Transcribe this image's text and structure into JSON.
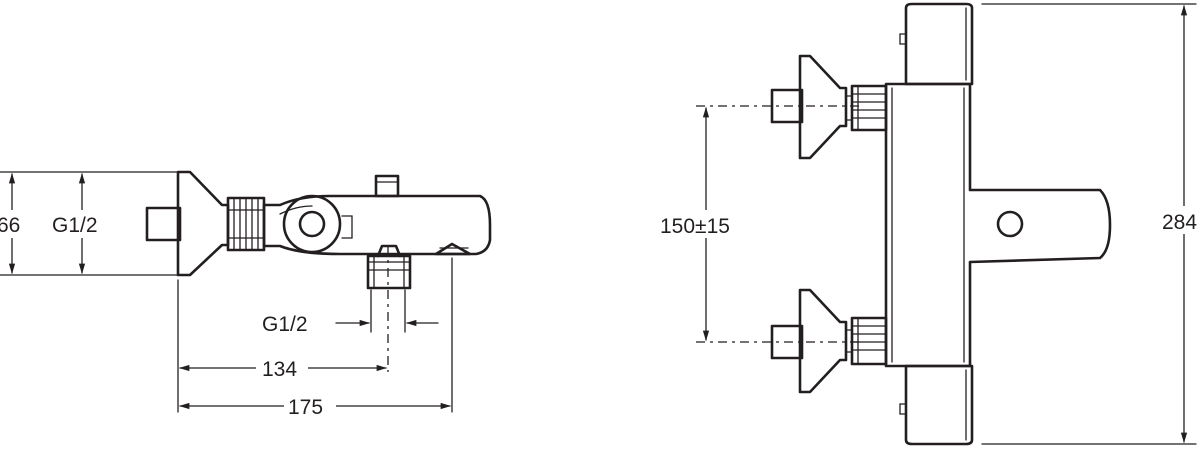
{
  "side_view": {
    "dim_height": "66",
    "dim_inlet_thread": "G1/2",
    "dim_outlet_thread": "G1/2",
    "dim_outlet_distance": "134",
    "dim_overall_depth": "175"
  },
  "front_view": {
    "dim_inlet_spacing": "150±15",
    "dim_overall_width": "284"
  },
  "colors": {
    "line": "#231f20",
    "background": "#ffffff"
  }
}
